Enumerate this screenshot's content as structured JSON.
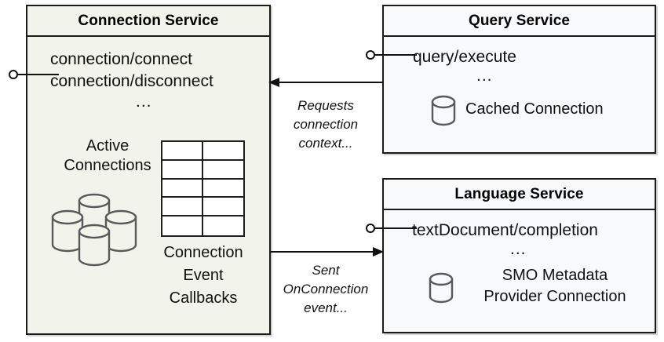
{
  "diagram": {
    "title": "Connection Service interaction diagram",
    "background_color": "#ffffff",
    "components": [
      {
        "id": "connection-service",
        "name": "Connection Service",
        "fill_color": "#f2f4eb",
        "border_color": "#1a1a1a",
        "interface_label": "provided-interface-lollipop",
        "apis": [
          "connection/connect",
          "connection/disconnect"
        ],
        "ellipsis": "...",
        "elements": [
          {
            "label": "Active\nConnections",
            "icon": "cylinder-stack-icon"
          },
          {
            "label": "Connection\nEvent\nCallbacks",
            "icon": "table-grid-icon",
            "rows": 5,
            "columns": 2
          }
        ]
      },
      {
        "id": "query-service",
        "name": "Query Service",
        "fill_color": "#f8f9fb",
        "border_color": "#1a1a1a",
        "interface_label": "provided-interface-lollipop",
        "apis": [
          "query/execute"
        ],
        "ellipsis": "...",
        "elements": [
          {
            "label": "Cached Connection",
            "icon": "cylinder-icon"
          }
        ]
      },
      {
        "id": "language-service",
        "name": "Language Service",
        "fill_color": "#f8f9fb",
        "border_color": "#1a1a1a",
        "interface_label": "provided-interface-lollipop",
        "apis": [
          "textDocument/completion"
        ],
        "ellipsis": "...",
        "elements": [
          {
            "label": "SMO Metadata\nProvider Connection",
            "icon": "cylinder-icon"
          }
        ]
      }
    ],
    "connectors": [
      {
        "id": "query-to-connection",
        "from": "query-service",
        "to": "connection-service",
        "direction": "left",
        "label_lines": [
          "Requests",
          "connection",
          "context..."
        ]
      },
      {
        "id": "connection-to-language",
        "from": "connection-service",
        "to": "language-service",
        "direction": "right",
        "label_lines": [
          "Sent",
          "OnConnection",
          "event..."
        ]
      }
    ]
  },
  "labels": {
    "connection_service_title": "Connection Service",
    "query_service_title": "Query Service",
    "language_service_title": "Language Service",
    "api_connection_connect": "connection/connect",
    "api_connection_disconnect": "connection/disconnect",
    "api_query_execute": "query/execute",
    "api_textdocument_completion": "textDocument/completion",
    "ellipsis": "...",
    "active_connections_l1": "Active",
    "active_connections_l2": "Connections",
    "callbacks_l1": "Connection",
    "callbacks_l2": "Event",
    "callbacks_l3": "Callbacks",
    "cached_connection": "Cached Connection",
    "smo_metadata_l1": "SMO Metadata",
    "smo_metadata_l2": "Provider Connection",
    "arrow1_l1": "Requests",
    "arrow1_l2": "connection",
    "arrow1_l3": "context...",
    "arrow2_l1": "Sent",
    "arrow2_l2": "OnConnection",
    "arrow2_l3": "event..."
  }
}
